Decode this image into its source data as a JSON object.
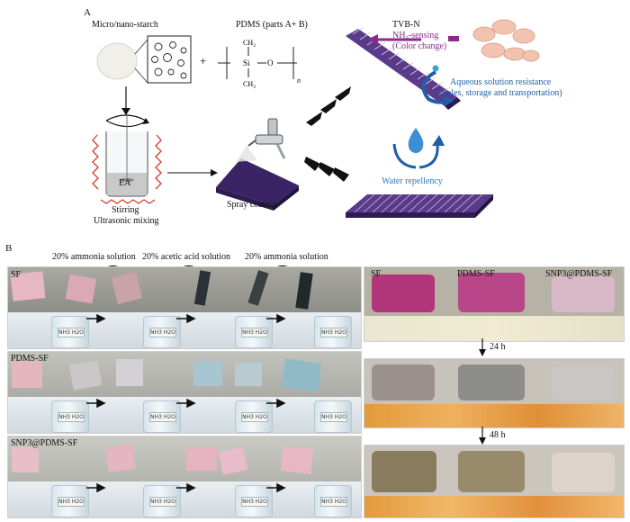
{
  "panel_a": {
    "letter": "A",
    "starch_label": "Micro/nano-starch",
    "pdms_label": "PDMS (parts A+ B)",
    "plus": "+",
    "pdms_formula": {
      "ch3_top": "CH",
      "ch3_bottom": "CH",
      "sub3": "3",
      "si": "Si",
      "o": "O",
      "n": "n"
    },
    "beaker_solvent": "EA",
    "stirring_label": "Stirring",
    "ultrasonic_label": "Ultrasonic mixing",
    "spray_label": "Spray coating",
    "tvbn_label": "TVB-N",
    "nh3_label": "NH",
    "nh3_sub": "3",
    "nh3_rest": "-sensing",
    "color_change_label": "(Color change)",
    "aqueous_label": "Aqueous solution resistance",
    "aqueous_sub_label": "(Sales, storage and transportation)",
    "water_repellency_label": "Water repellency"
  },
  "panel_b": {
    "letter": "B",
    "left": {
      "step_labels": [
        "20% ammonia solution",
        "20% acetic acid solution",
        "20% ammonia solution"
      ],
      "row_labels": [
        "SF",
        "PDMS-SF",
        "SNP3@PDMS-SF"
      ],
      "jar_text": "NH3 H2O"
    },
    "right": {
      "column_labels": [
        "SF",
        "PDMS-SF",
        "SNP3@PDMS-SF"
      ],
      "time_labels": [
        "24 h",
        "48 h"
      ]
    }
  },
  "colors": {
    "film_purple": "#4a2a78",
    "sensing_arrow": "#8a2a8f",
    "resistance_blue": "#1f5fa8",
    "water_text": "#1f7fc0",
    "heat_red": "#d23a2a"
  }
}
